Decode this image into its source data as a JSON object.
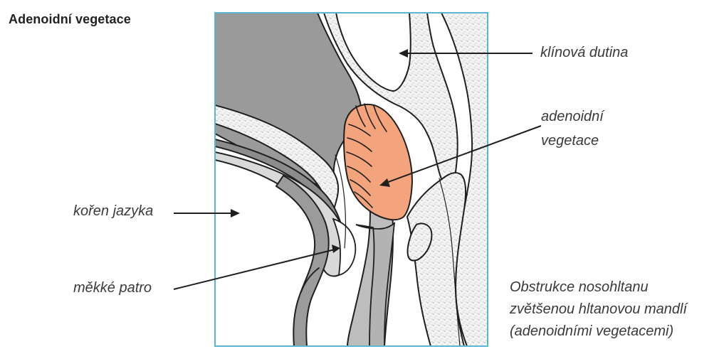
{
  "title": "Adenoidní vegetace",
  "labels": {
    "sphenoid": "klínová dutina",
    "adenoid_line1": "adenoidní",
    "adenoid_line2": "vegetace",
    "tongue_root": "kořen jazyka",
    "soft_palate": "měkké patro"
  },
  "note": {
    "line1": "Obstrukce nosohltanu",
    "line2": "zvětšenou hltanovou mandlí",
    "line3": "(adenoidními vegetacemi)"
  },
  "colors": {
    "frame": "#59b7d5",
    "adenoid": "#f3a47c",
    "bone": "#8c8c8c",
    "soft_tissue": "#bdbdbd",
    "outline": "#1f1f1f"
  }
}
